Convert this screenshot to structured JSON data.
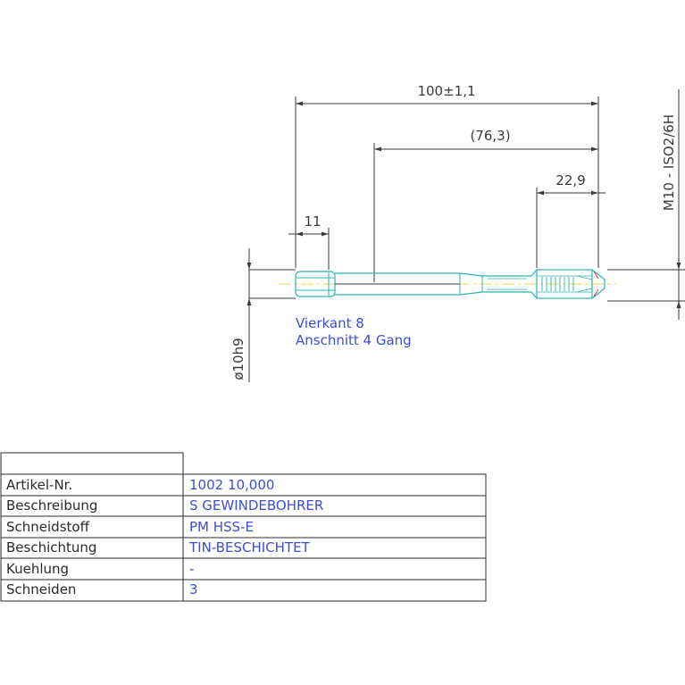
{
  "dimensions": {
    "overall_length": "100±1,1",
    "shank_length": "(76,3)",
    "thread_length": "22,9",
    "square_length": "11",
    "thread_spec": "M10 - ISO2/6H",
    "shank_diameter": "ø10h9"
  },
  "notes": {
    "square": "Vierkant 8",
    "chamfer": "Anschnitt 4 Gang"
  },
  "table": {
    "rows": [
      {
        "label": "Artikel-Nr.",
        "value": "1002 10,000"
      },
      {
        "label": "Beschreibung",
        "value": "S GEWINDEBOHRER"
      },
      {
        "label": "Schneidstoff",
        "value": "PM HSS-E"
      },
      {
        "label": "Beschichtung",
        "value": "TIN-BESCHICHTET"
      },
      {
        "label": "Kuehlung",
        "value": "-"
      },
      {
        "label": "Schneiden",
        "value": "3"
      }
    ]
  },
  "colors": {
    "dimension_line": "#3a3a3a",
    "tool_outline": "#2bb3b3",
    "centerline": "#e8d84a",
    "note_text": "#3b4fd6"
  }
}
